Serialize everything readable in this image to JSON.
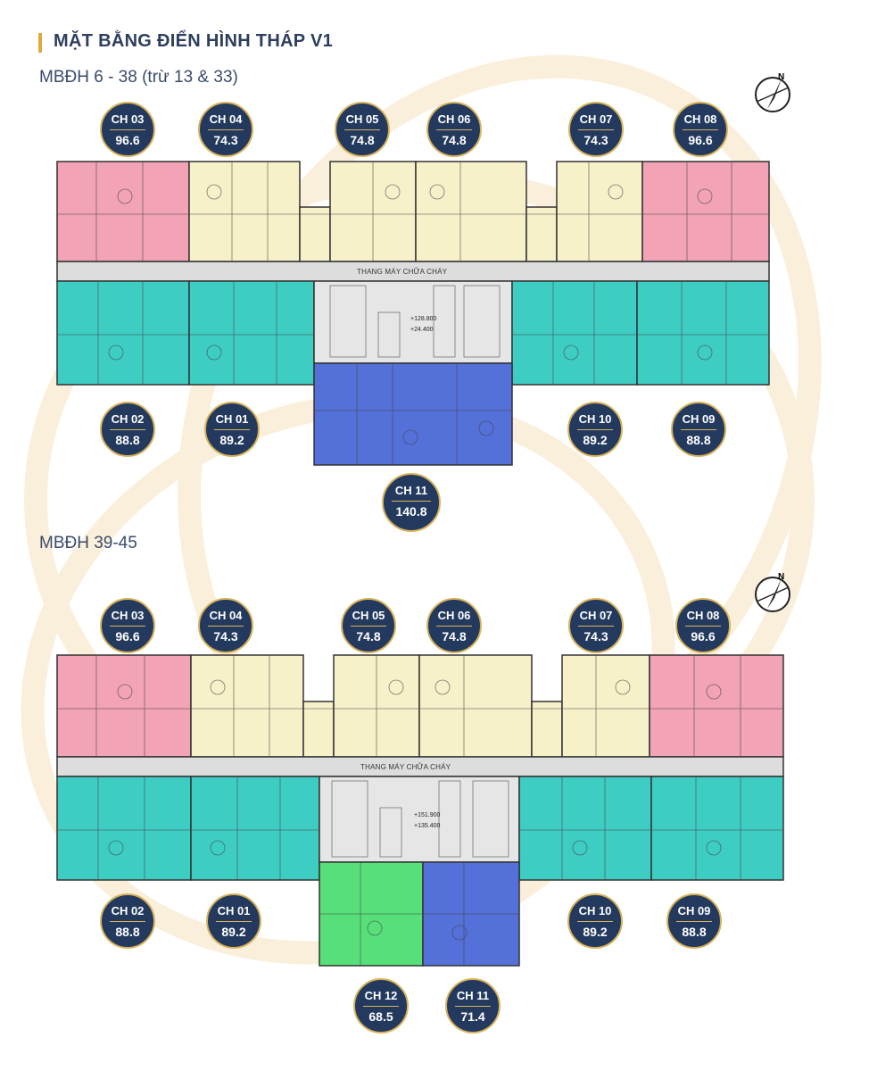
{
  "title": "MẶT BẰNG ĐIỂN HÌNH THÁP V1",
  "colors": {
    "pink": "#f2a3b6",
    "cream": "#f6f1c9",
    "teal": "#3ecdc3",
    "blue": "#5470d9",
    "green": "#57e07a",
    "badge": "#233a5e",
    "accent": "#d9b25a",
    "corridor": "#dddddd"
  },
  "plans": [
    {
      "subtitle": "MBĐH 6 - 38 (trừ 13 & 33)",
      "corridor_label": "THANG MÁY CHỮA CHÁY",
      "elevations": [
        "+128.800",
        "+24.400"
      ],
      "units": [
        {
          "label": "CH 03",
          "area": "96.6"
        },
        {
          "label": "CH 04",
          "area": "74.3"
        },
        {
          "label": "CH 05",
          "area": "74.8"
        },
        {
          "label": "CH 06",
          "area": "74.8"
        },
        {
          "label": "CH 07",
          "area": "74.3"
        },
        {
          "label": "CH 08",
          "area": "96.6"
        },
        {
          "label": "CH 02",
          "area": "88.8"
        },
        {
          "label": "CH 01",
          "area": "89.2"
        },
        {
          "label": "CH 10",
          "area": "89.2"
        },
        {
          "label": "CH 09",
          "area": "88.8"
        },
        {
          "label": "CH 11",
          "area": "140.8"
        }
      ]
    },
    {
      "subtitle": "MBĐH 39-45",
      "corridor_label": "THANG MÁY CHỮA CHÁY",
      "elevations": [
        "+151.900",
        "+135.400"
      ],
      "units": [
        {
          "label": "CH 03",
          "area": "96.6"
        },
        {
          "label": "CH 04",
          "area": "74.3"
        },
        {
          "label": "CH 05",
          "area": "74.8"
        },
        {
          "label": "CH 06",
          "area": "74.8"
        },
        {
          "label": "CH 07",
          "area": "74.3"
        },
        {
          "label": "CH 08",
          "area": "96.6"
        },
        {
          "label": "CH 02",
          "area": "88.8"
        },
        {
          "label": "CH 01",
          "area": "89.2"
        },
        {
          "label": "CH 10",
          "area": "89.2"
        },
        {
          "label": "CH 09",
          "area": "88.8"
        },
        {
          "label": "CH 12",
          "area": "68.5"
        },
        {
          "label": "CH 11",
          "area": "71.4"
        }
      ]
    }
  ],
  "compass_letter": "N"
}
